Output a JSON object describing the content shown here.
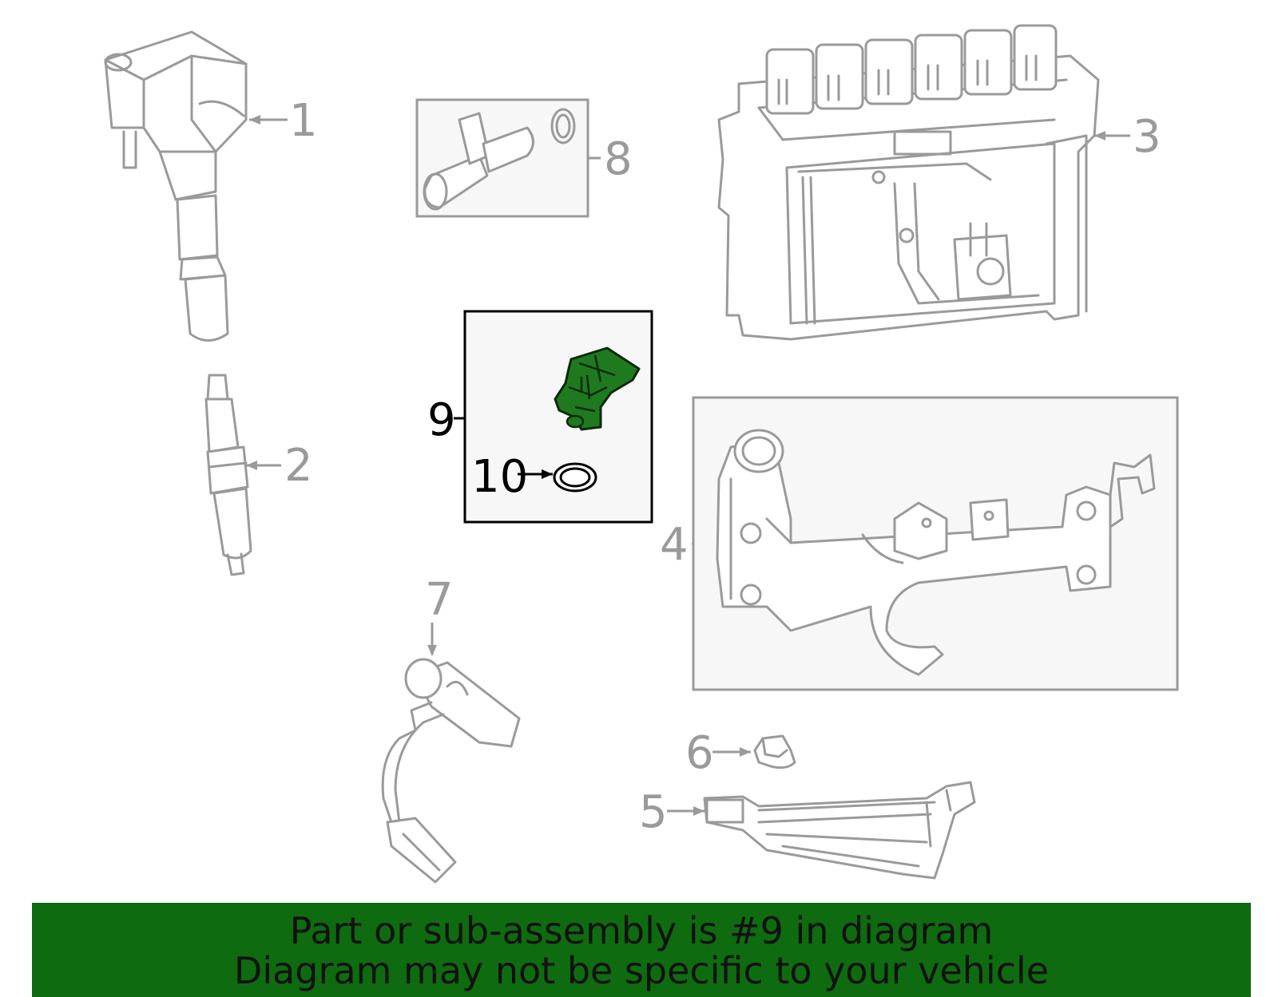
{
  "callouts": {
    "c1": "1",
    "c2": "2",
    "c3": "3",
    "c4": "4",
    "c5": "5",
    "c6": "6",
    "c7": "7",
    "c8": "8",
    "c9": "9",
    "c10": "10"
  },
  "highlighted_part": "9",
  "colors": {
    "line_gray": "#9a9a9a",
    "box_fill": "#f7f7f7",
    "highlight_fill": "#1f7a1f",
    "banner_bg": "#0f6b0f",
    "text_active": "#000000"
  },
  "banner": {
    "line1": "Part or sub-assembly is #9 in diagram",
    "line2": "Diagram may not be specific to your vehicle"
  }
}
